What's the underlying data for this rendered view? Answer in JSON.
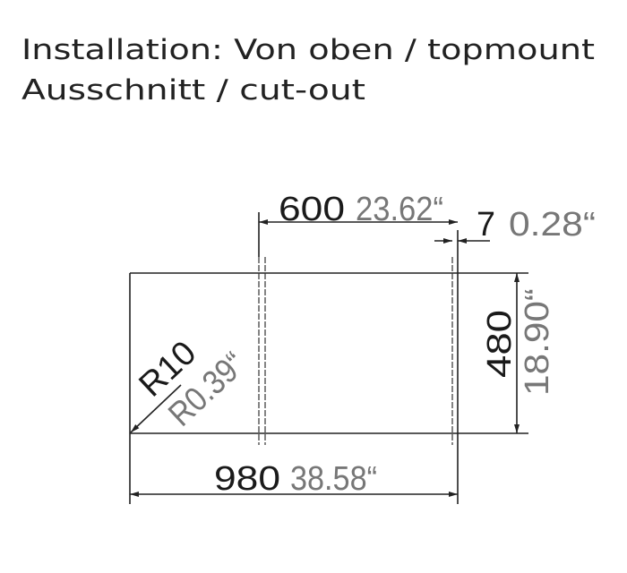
{
  "title": {
    "line1": "Installation: Von oben / topmount",
    "line2": "Ausschnitt / cut-out"
  },
  "dimensions": {
    "width_inner": {
      "mm": "600",
      "inch": "23.62“"
    },
    "offset": {
      "mm": "7",
      "inch": "0.28“"
    },
    "height": {
      "mm": "480",
      "inch": "18.90“"
    },
    "width_total": {
      "mm": "980",
      "inch": "38.58“"
    },
    "radius": {
      "mm": "R10",
      "inch": "R0.39“"
    }
  },
  "colors": {
    "line": "#222222",
    "mm_text": "#1a1a1a",
    "inch_text": "#777777"
  }
}
